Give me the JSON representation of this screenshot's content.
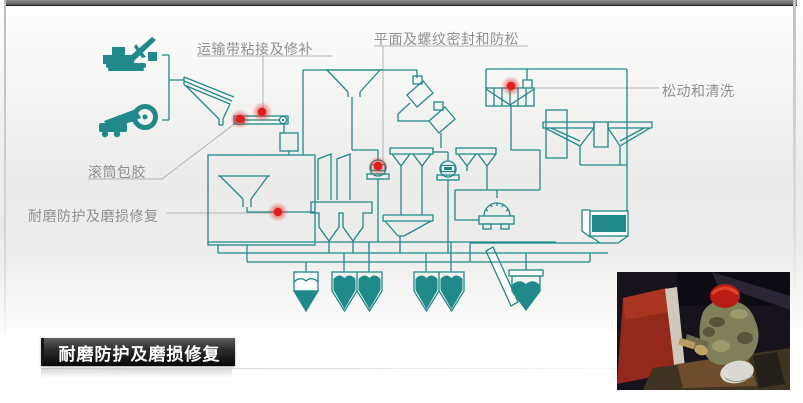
{
  "diagram": {
    "labels": [
      {
        "id": "belt-splicing-repair",
        "text": "运输带粘接及修补"
      },
      {
        "id": "surface-thread-sealing",
        "text": "平面及螺纹密封和防松"
      },
      {
        "id": "loosening-and-cleaning",
        "text": "松动和清洗"
      },
      {
        "id": "drum-lagging",
        "text": "滚筒包胶"
      },
      {
        "id": "wear-protection-repair",
        "text": "耐磨防护及磨损修复"
      }
    ]
  },
  "footer": {
    "title": "耐磨防护及磨损修复"
  },
  "colors": {
    "diagram_teal": "#1f8a89",
    "hotspot_red": "#e41b1b",
    "label_gray": "#8f8f8f",
    "title_text": "#ffffff",
    "title_bar_bg": "#111111"
  }
}
